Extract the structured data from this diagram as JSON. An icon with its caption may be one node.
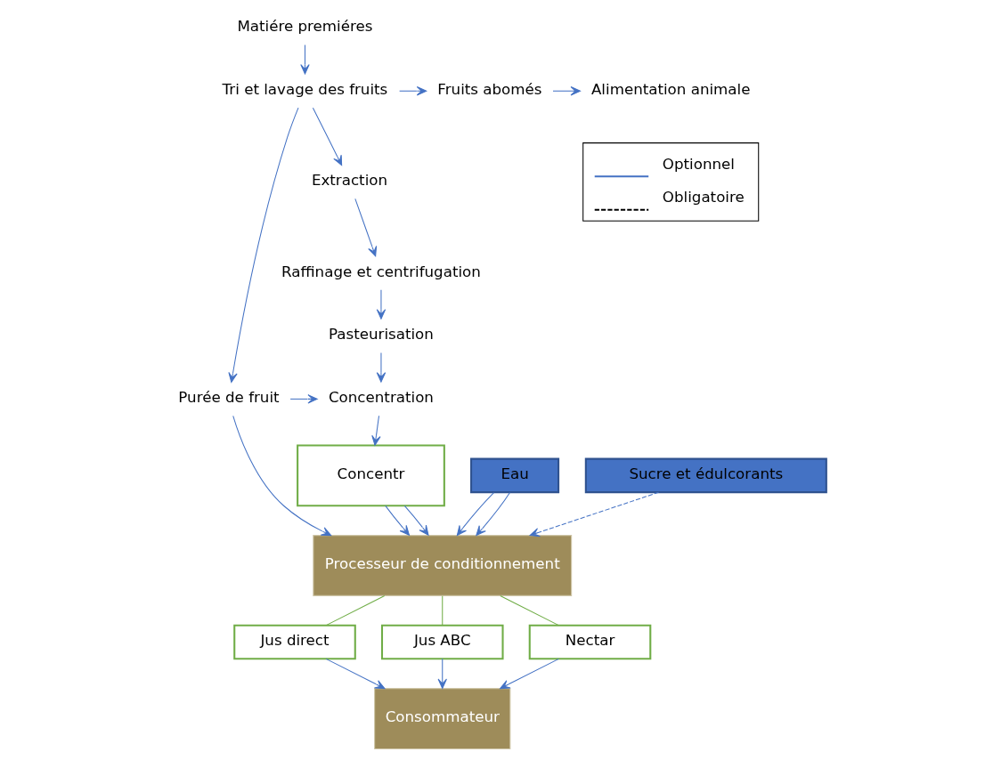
{
  "diagram": {
    "nodes": [
      {
        "text": [
          "Matiére premiéres"
        ]
      },
      {
        "text": [
          "Tri et lavage des fruits"
        ]
      },
      {
        "text": [
          "Fruits abomés"
        ]
      },
      {
        "text": [
          "Alimentation animale"
        ]
      },
      {
        "text": [
          "Extraction"
        ]
      },
      {
        "text": [
          "Raffinage et centrifugation"
        ]
      },
      {
        "text": [
          "Pasteurisation"
        ]
      },
      {
        "text": [
          "Purée de fruit"
        ]
      },
      {
        "text": [
          "Concentration"
        ]
      },
      {
        "text": [
          "Concentr"
        ]
      },
      {
        "text": [
          "Processeur de conditionnement"
        ]
      },
      {
        "text": [
          "Jus direct"
        ]
      },
      {
        "text": [
          "Jus ABC"
        ]
      },
      {
        "text": [
          "Nectar"
        ]
      },
      {
        "text": [
          "Consommateur"
        ]
      },
      {
        "text": [
          "Eau"
        ]
      },
      {
        "text": [
          "Sucre et édulcorants"
        ]
      }
    ],
    "edges": [
      {
        "from": 0,
        "to": 1,
        "arrow": "to"
      },
      {
        "from": 1,
        "to": 2,
        "arrow": "to"
      },
      {
        "from": 2,
        "to": 3,
        "arrow": "to"
      },
      {
        "from": 1,
        "to": 4,
        "arrow": "to"
      },
      {
        "from": 1,
        "to": 7,
        "arrow": "to"
      },
      {
        "from": 4,
        "to": 5,
        "arrow": "to"
      },
      {
        "from": 5,
        "to": 6,
        "arrow": "to"
      },
      {
        "from": 6,
        "to": 8,
        "arrow": "to"
      },
      {
        "from": 7,
        "to": 8,
        "arrow": "to"
      },
      {
        "from": 8,
        "to": 9,
        "arrow": "to"
      },
      {
        "from": 7,
        "to": 10,
        "arrow": "to"
      },
      {
        "from": 9,
        "to": 10,
        "arrow": "to"
      },
      {
        "from": 9,
        "to": 10,
        "arrow": "to"
      },
      {
        "from": 15,
        "to": 10,
        "arrow": "to"
      },
      {
        "from": 15,
        "to": 10,
        "arrow": "to"
      },
      {
        "from": 16,
        "to": 10,
        "arrow": "to",
        "style": "dashed"
      },
      {
        "from": 10,
        "to": 11,
        "arrow": "none",
        "color": "#70ad47"
      },
      {
        "from": 10,
        "to": 12,
        "arrow": "none",
        "color": "#70ad47"
      },
      {
        "from": 10,
        "to": 13,
        "arrow": "none",
        "color": "#70ad47"
      },
      {
        "from": 11,
        "to": 14,
        "arrow": "to"
      },
      {
        "from": 12,
        "to": 14,
        "arrow": "to"
      },
      {
        "from": 13,
        "to": 14,
        "arrow": "to"
      }
    ],
    "legend": [
      {
        "text": "Optionnel"
      },
      {
        "text": "Obligatoire"
      }
    ]
  }
}
